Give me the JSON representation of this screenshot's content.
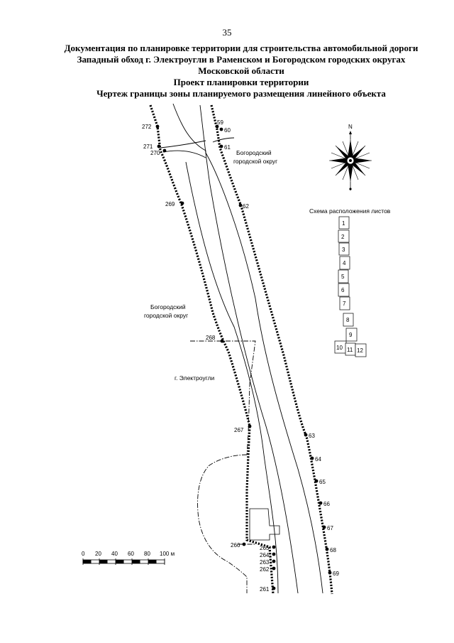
{
  "page": {
    "number": "35"
  },
  "header": {
    "lines": [
      "Документация по планировке территории для строительства автомобильной дороги",
      "Западный обход г. Электроугли в Раменском и Богородском городских округах",
      "Московской области",
      "Проект планировки территории",
      "Чертеж границы зоны планируемого размещения линейного объекта"
    ]
  },
  "map": {
    "labels": {
      "bogorodsky_top_1": "Богородский",
      "bogorodsky_top_2": "городской округ",
      "bogorodsky_mid_1": "Богородский",
      "bogorodsky_mid_2": "городской округ",
      "elektrougli": "г. Электроугли"
    },
    "points": [
      "272",
      "271",
      "270",
      "269",
      "268",
      "267",
      "266",
      "265",
      "264",
      "263",
      "262",
      "261",
      "59",
      "60",
      "61",
      "62",
      "63",
      "64",
      "65",
      "66",
      "67",
      "68",
      "69"
    ],
    "compass_north": "N"
  },
  "sheet_scheme": {
    "title": "Схема расположения листов",
    "sheets": [
      "1",
      "2",
      "3",
      "4",
      "5",
      "6",
      "7",
      "8",
      "9",
      "10",
      "11",
      "12"
    ]
  },
  "scale_bar": {
    "ticks": [
      "0",
      "20",
      "40",
      "60",
      "80",
      "100 м"
    ]
  }
}
